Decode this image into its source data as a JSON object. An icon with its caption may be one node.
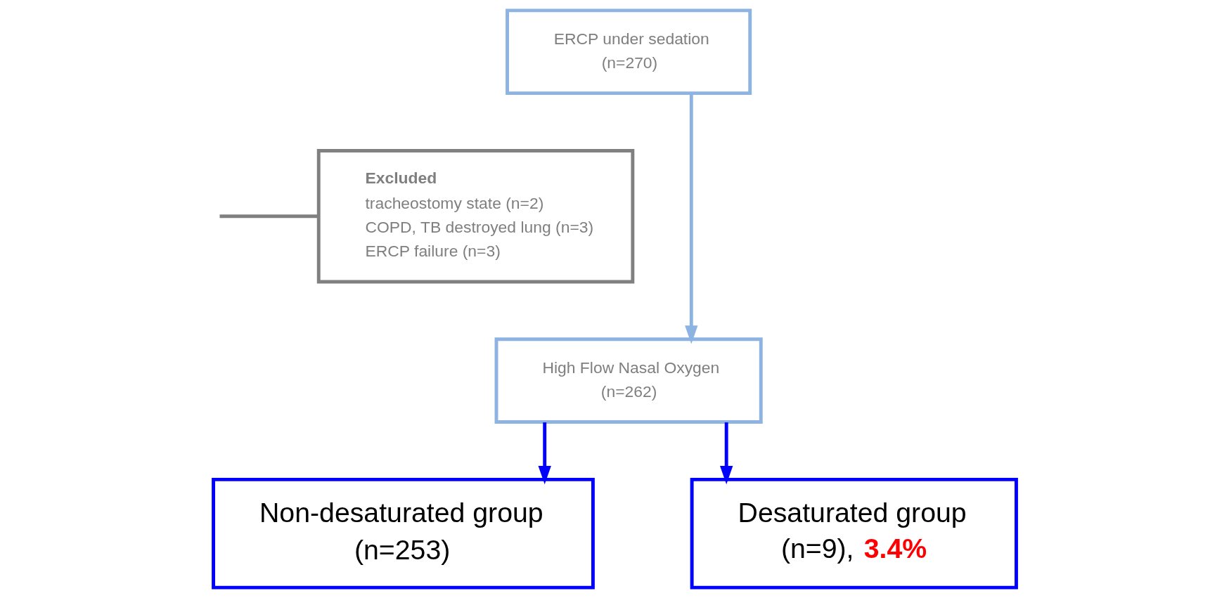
{
  "diagram": {
    "nodes": [
      {
        "text": [
          "ERCP under sedation",
          "(n=270)"
        ]
      },
      {
        "text": [
          "Excluded",
          "tracheostomy state (n=2)",
          "COPD, TB destroyed lung (n=3)",
          "ERCP failure (n=3)"
        ]
      },
      {
        "text": [
          "High Flow Nasal Oxygen",
          "(n=262)"
        ]
      },
      {
        "text": [
          "Non-desaturated group",
          "(n=253)"
        ]
      },
      {
        "text": [
          "Desaturated group",
          "(n=9), **3.4%**"
        ]
      }
    ],
    "edges": [
      {
        "from": 0,
        "to": 2,
        "arrow": "to",
        "color": "#8db3e2"
      },
      {
        "from": 1,
        "to": null,
        "arrow": "none",
        "color": "#808080"
      },
      {
        "from": 2,
        "to": 3,
        "arrow": "to",
        "color": "#0000ff"
      },
      {
        "from": 2,
        "to": 4,
        "arrow": "to",
        "color": "#0000ff"
      }
    ]
  }
}
